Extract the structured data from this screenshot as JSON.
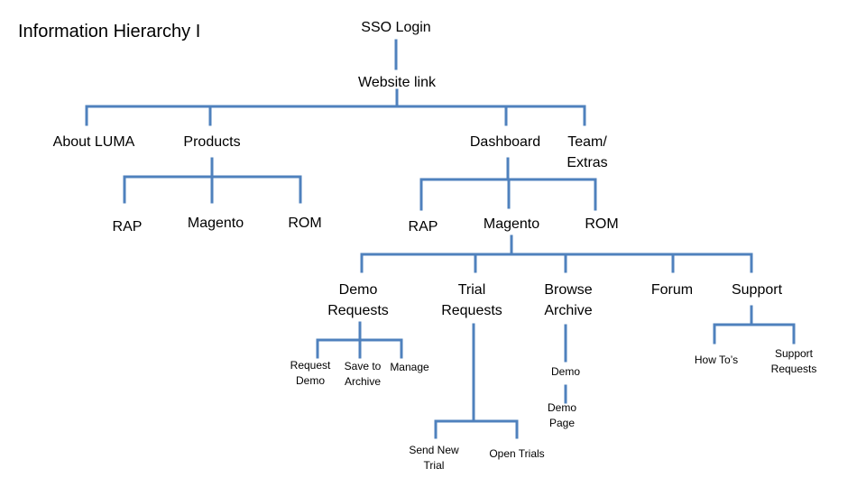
{
  "title": "Information Hierarchy I",
  "line_color": "#4f81bd",
  "nodes": {
    "sso_login": "SSO Login",
    "website_link": "Website link",
    "about_luma": "About LUMA",
    "products": "Products",
    "dashboard": "Dashboard",
    "team_extras": "Team/\nExtras",
    "products_rap": "RAP",
    "products_magento": "Magento",
    "products_rom": "ROM",
    "dashboard_rap": "RAP",
    "dashboard_magento": "Magento",
    "dashboard_rom": "ROM",
    "demo_requests": "Demo\nRequests",
    "trial_requests": "Trial\nRequests",
    "browse_archive": "Browse\nArchive",
    "forum": "Forum",
    "support": "Support",
    "request_demo": "Request\nDemo",
    "save_to_archive": "Save to\nArchive",
    "manage": "Manage",
    "send_new_trial": "Send New\nTrial",
    "open_trials": "Open Trials",
    "demo": "Demo",
    "demo_page": "Demo\nPage",
    "how_tos": "How To’s",
    "support_requests": "Support\nRequests"
  }
}
